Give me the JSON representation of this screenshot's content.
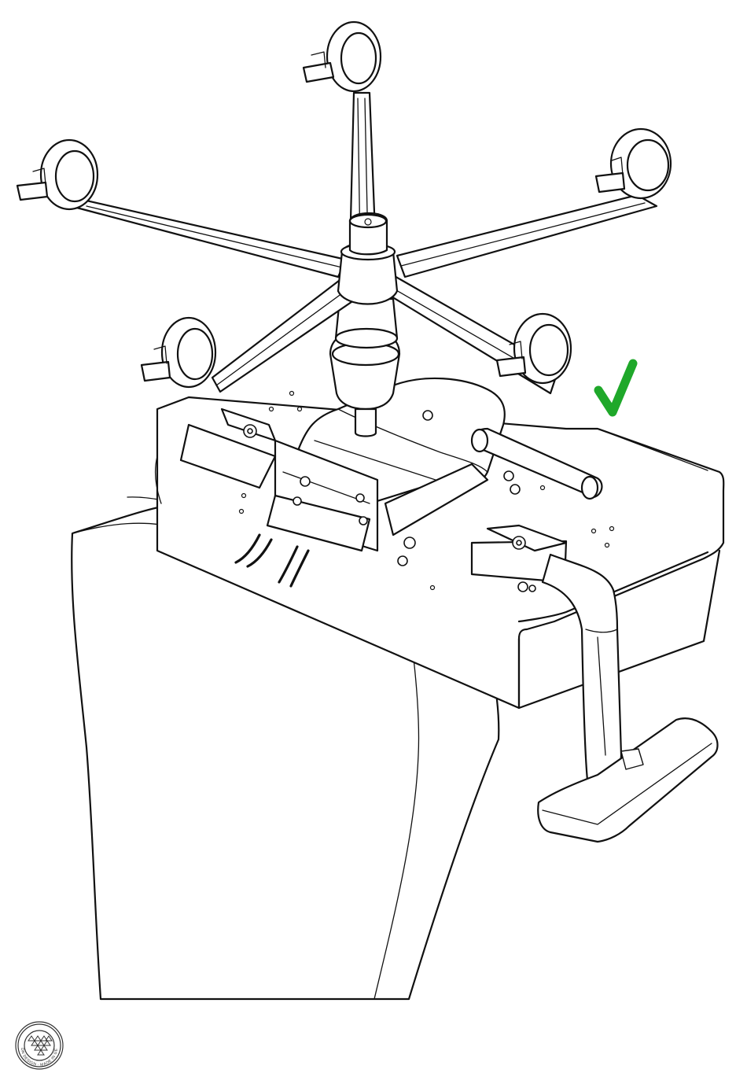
{
  "figure": {
    "subject": "office chair assembled upside down: five-star base with casters on gas lift, seat mechanism, seat cushion, backrest and armrest",
    "status_mark": {
      "symbol": "checkmark",
      "color": "#1fa82a"
    },
    "line_color": "#111111",
    "background": "#ffffff"
  },
  "logo": {
    "icon": "brand-seal-icon",
    "ring_text": "SAMAYON DESIGN · MADE IN GERMANY"
  }
}
